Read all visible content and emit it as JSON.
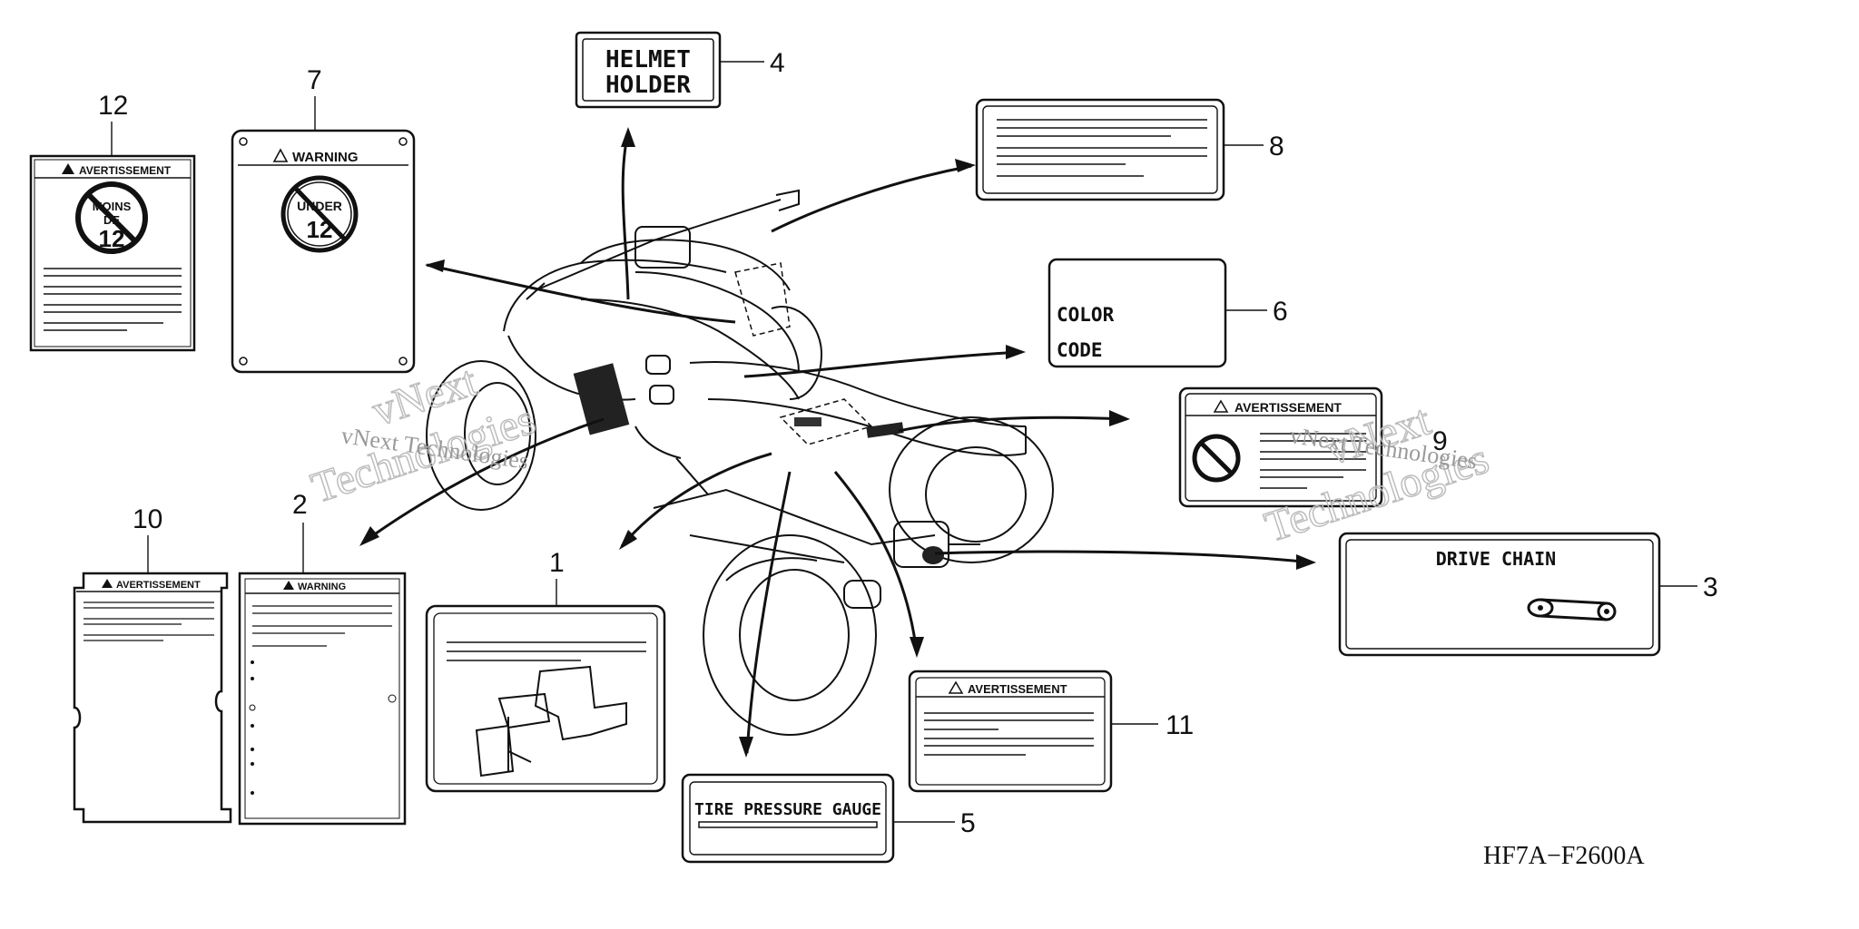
{
  "diagram": {
    "code": "HF7A−F2600A",
    "callouts": {
      "c1": "1",
      "c2": "2",
      "c3": "3",
      "c4": "4",
      "c5": "5",
      "c6": "6",
      "c7": "7",
      "c8": "8",
      "c9": "9",
      "c10": "10",
      "c11": "11",
      "c12": "12"
    },
    "labels": {
      "helmet_line1": "HELMET",
      "helmet_line2": "HOLDER",
      "color": "COLOR",
      "code": "CODE",
      "drive_chain": "DRIVE CHAIN",
      "tire_pressure": "TIRE PRESSURE GAUGE",
      "avertissement": "AVERTISSEMENT",
      "warning": "WARNING",
      "under": "UNDER",
      "under_num": "12",
      "moins": "MOINS",
      "de": "DE",
      "moins_num": "12"
    },
    "watermark": {
      "line1": "vNext",
      "line2": "Technologies",
      "small": "vNext Technologies"
    }
  }
}
